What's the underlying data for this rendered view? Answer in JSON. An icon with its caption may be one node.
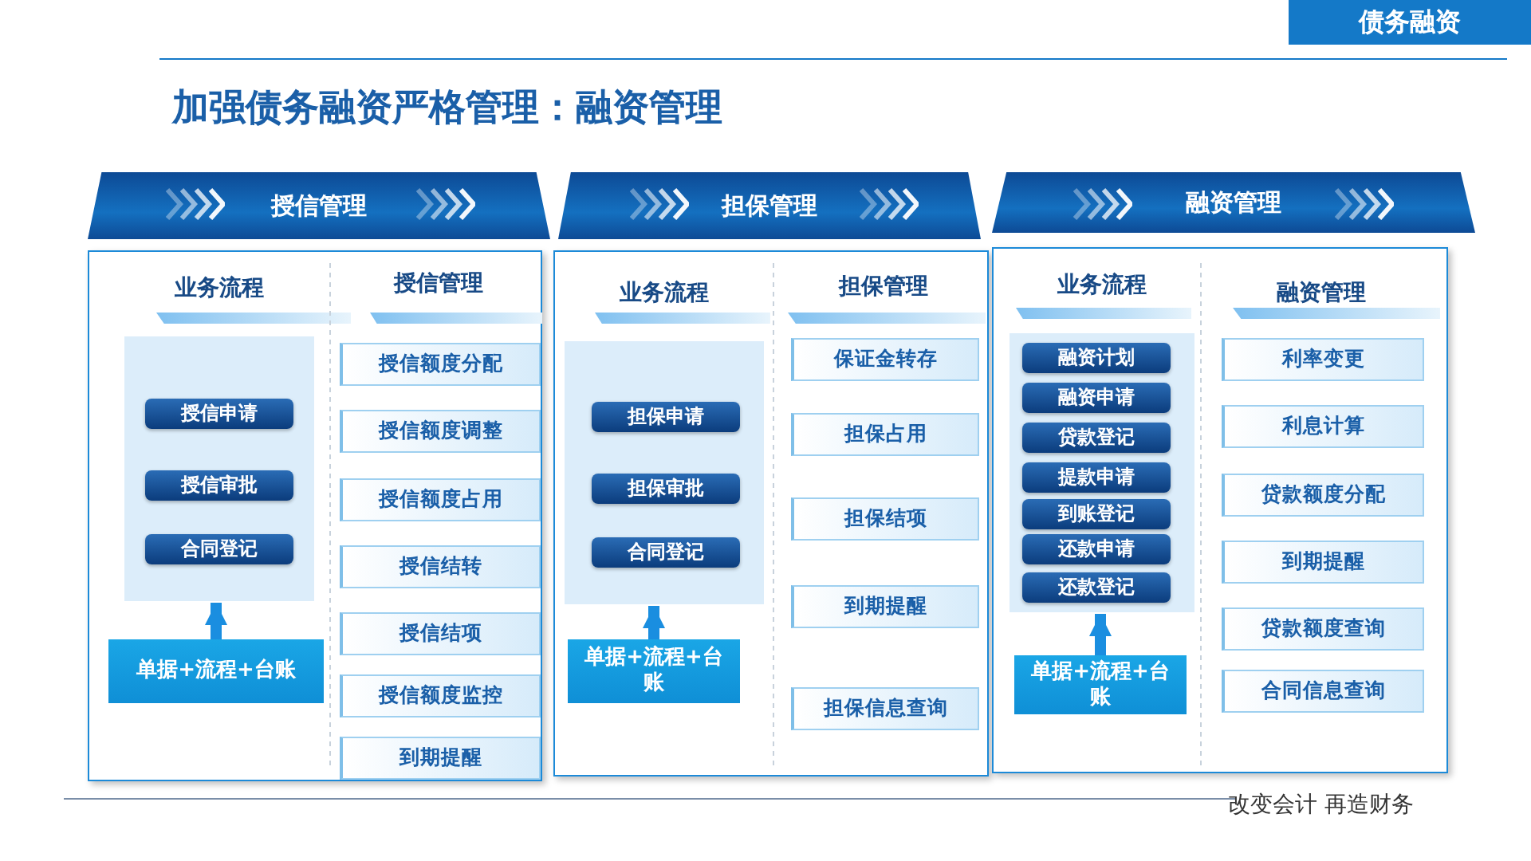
{
  "diagram": {
    "title": "加强债务融资严格管理：融资管理",
    "nodes": [
      {
        "text": [
          "授信管理"
        ]
      },
      {
        "text": [],
        "shape": "box"
      },
      {
        "text": [
          "业务流程"
        ],
        "in": 1
      },
      {
        "text": [
          "授信申请"
        ],
        "in": 2
      },
      {
        "text": [
          "授信审批"
        ],
        "in": 2
      },
      {
        "text": [
          "合同登记"
        ],
        "in": 2
      },
      {
        "text": [
          "单据+流程+台账"
        ],
        "in": 1
      },
      {
        "text": [
          "授信额度分配"
        ],
        "in": 1
      },
      {
        "text": [
          "授信额度调整"
        ],
        "in": 1
      },
      {
        "text": [
          "授信额度占用"
        ],
        "in": 1
      },
      {
        "text": [
          "授信结转"
        ],
        "in": 1
      },
      {
        "text": [
          "授信结项"
        ],
        "in": 1
      },
      {
        "text": [
          "授信额度监控"
        ],
        "in": 1
      },
      {
        "text": [
          "到期提醒"
        ],
        "in": 1
      },
      {
        "text": [
          "担保管理"
        ]
      },
      {
        "text": [],
        "shape": "box"
      },
      {
        "text": [
          "业务流程"
        ],
        "in": 15
      },
      {
        "text": [
          "担保申请"
        ],
        "in": 16
      },
      {
        "text": [
          "担保审批"
        ],
        "in": 16
      },
      {
        "text": [
          "合同登记"
        ],
        "in": 16
      },
      {
        "text": [
          "单据+流程+台账"
        ],
        "in": 15
      },
      {
        "text": [
          "保证金转存"
        ],
        "in": 15
      },
      {
        "text": [
          "担保占用"
        ],
        "in": 15
      },
      {
        "text": [
          "担保结项"
        ],
        "in": 15
      },
      {
        "text": [
          "到期提醒"
        ],
        "in": 15
      },
      {
        "text": [
          "担保信息查询"
        ],
        "in": 15
      },
      {
        "text": [
          "融资管理"
        ]
      },
      {
        "text": [],
        "shape": "box"
      },
      {
        "text": [
          "业务流程"
        ],
        "in": 27
      },
      {
        "text": [
          "融资计划"
        ],
        "in": 28
      },
      {
        "text": [
          "融资申请"
        ],
        "in": 28
      },
      {
        "text": [
          "贷款登记"
        ],
        "in": 28
      },
      {
        "text": [
          "提款申请"
        ],
        "in": 28
      },
      {
        "text": [
          "到账登记"
        ],
        "in": 28
      },
      {
        "text": [
          "还款申请"
        ],
        "in": 28
      },
      {
        "text": [
          "还款登记"
        ],
        "in": 28
      },
      {
        "text": [
          "单据+流程+台账"
        ],
        "in": 27
      },
      {
        "text": [
          "利率变更"
        ],
        "in": 27
      },
      {
        "text": [
          "利息计算"
        ],
        "in": 27
      },
      {
        "text": [
          "贷款额度分配"
        ],
        "in": 27
      },
      {
        "text": [
          "到期提醒"
        ],
        "in": 27
      },
      {
        "text": [
          "贷款额度查询"
        ],
        "in": 27
      },
      {
        "text": [
          "合同信息查询"
        ],
        "in": 27
      }
    ],
    "edges": [
      {
        "from": 6,
        "to": 2,
        "arrow": "to"
      },
      {
        "from": 20,
        "to": 16,
        "arrow": "to"
      },
      {
        "from": 36,
        "to": 28,
        "arrow": "to"
      }
    ],
    "labels": [
      "债务融资",
      "授信管理",
      "担保管理",
      "融资管理",
      "改变会计 再造财务"
    ]
  }
}
